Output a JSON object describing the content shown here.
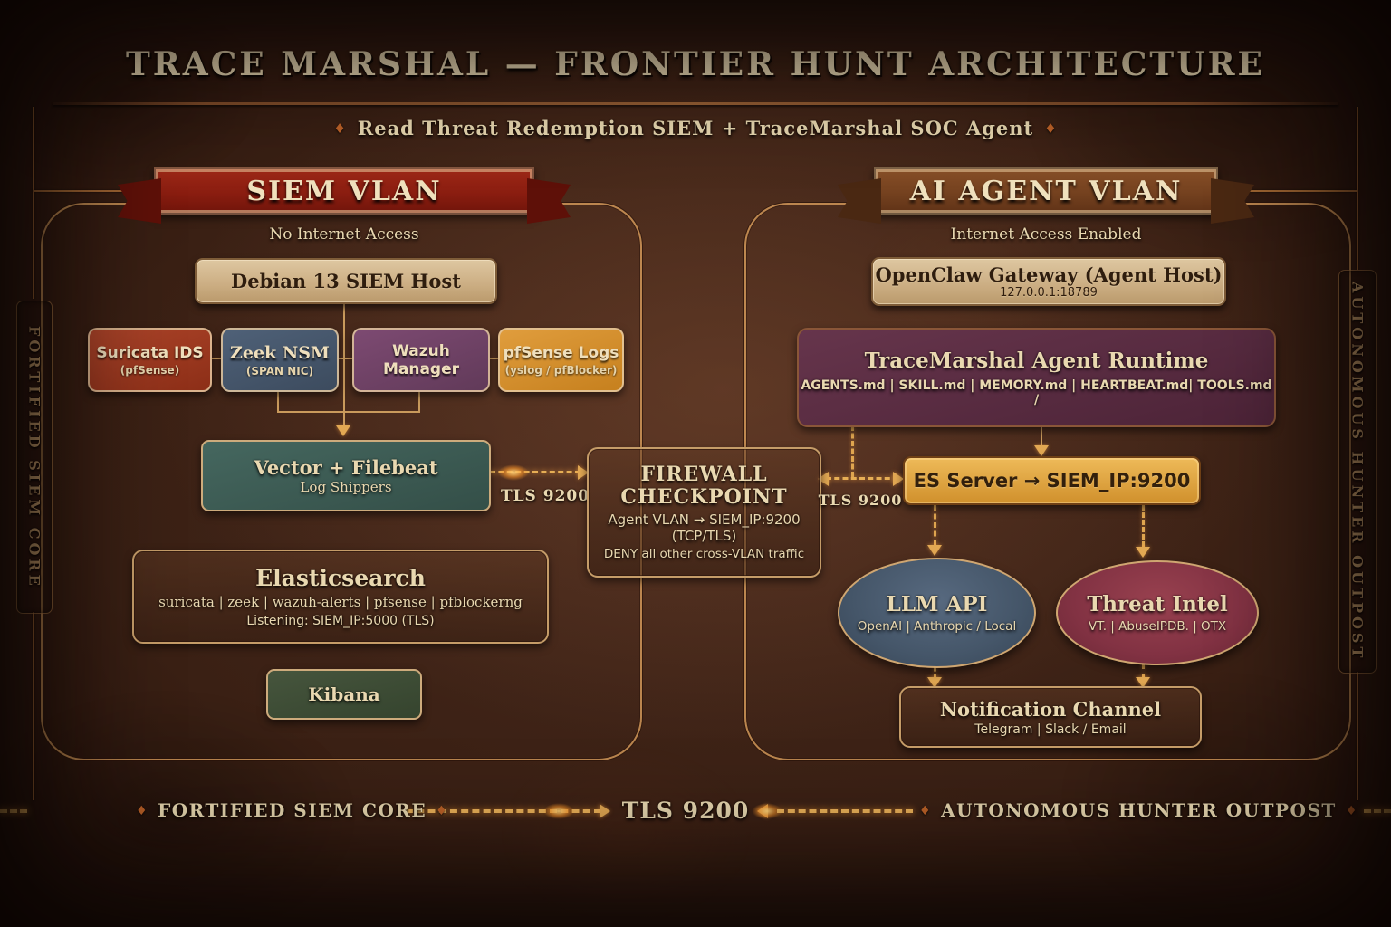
{
  "header": {
    "title": "TRACE MARSHAL — FRONTIER HUNT ARCHITECTURE",
    "subtitle": "Read Threat Redemption SIEM + TraceMarshal SOC Agent",
    "diamond": "♦"
  },
  "colors": {
    "background": "#3a2014",
    "ribbon_red": "#8a1d10",
    "ribbon_brown": "#74411f",
    "tan_box": "#cbad82",
    "suricata_red": "#9e3a22",
    "zeek_slate": "#45566b",
    "wazuh_purple": "#714368",
    "pfsense_amber": "#d3892c",
    "vector_teal": "#3d5c54",
    "kibana_green": "#3f4d38",
    "runtime_plum": "#5a2c42",
    "es_amber": "#dda03c",
    "llm_slate": "#49596f",
    "intel_maroon": "#8a3244",
    "arrow_gold": "#e2a853",
    "text_cream": "#e9d8b0"
  },
  "siem": {
    "banner": "SIEM VLAN",
    "access": "No Internet Access",
    "host": {
      "title": "Debian 13 SIEM Host"
    },
    "sensors": [
      {
        "title": "Suricata IDS",
        "sub": "(pfSense)"
      },
      {
        "title": "Zeek NSM",
        "sub": "(SPAN NIC)"
      },
      {
        "title": "Wazuh Manager",
        "sub": ""
      },
      {
        "title": "pfSense Logs",
        "sub": "(yslog / pfBlocker)"
      }
    ],
    "shipper": {
      "title": "Vector + Filebeat",
      "sub": "Log Shippers"
    },
    "elasticsearch": {
      "title": "Elasticsearch",
      "indices": "suricata  |  zeek | wazuh-alerts  |  pfsense  |  pfblockerng",
      "listening": "Listening: SIEM_IP:5000 (TLS)"
    },
    "kibana": {
      "title": "Kibana"
    },
    "side_label": "FORTIFIED SIEM CORE"
  },
  "firewall": {
    "title_line1": "FIREWALL",
    "title_line2": "CHECKPOINT",
    "rule": "Agent VLAN → SIEM_IP:9200",
    "proto": "(TCP/TLS)",
    "deny": "DENY all other cross-VLAN traffic"
  },
  "links": {
    "tls_left": "TLS 9200",
    "tls_right": "TLS 9200"
  },
  "agent": {
    "banner": "AI AGENT VLAN",
    "access": "Internet Access Enabled",
    "gateway": {
      "title": "OpenClaw Gateway (Agent Host)",
      "addr": "127.0.0.1:18789"
    },
    "runtime": {
      "title": "TraceMarshal Agent Runtime",
      "files": "AGENTS.md | SKILL.md | MEMORY.md | HEARTBEAT.md| TOOLS.md /"
    },
    "es_server": {
      "title": "ES Server → SIEM_IP:9200"
    },
    "llm": {
      "title": "LLM API",
      "sub": "OpenAI | Anthropic / Local"
    },
    "intel": {
      "title": "Threat Intel",
      "sub": "VT. | AbuseIPDB. | OTX"
    },
    "notify": {
      "title": "Notification Channel",
      "sub": "Telegram | Slack / Email"
    },
    "side_label": "AUTONOMOUS HUNTER OUTPOST"
  },
  "footer": {
    "left": "FORTIFIED SIEM CORE",
    "center": "TLS 9200",
    "right": "AUTONOMOUS HUNTER OUTPOST",
    "diamond": "♦"
  }
}
